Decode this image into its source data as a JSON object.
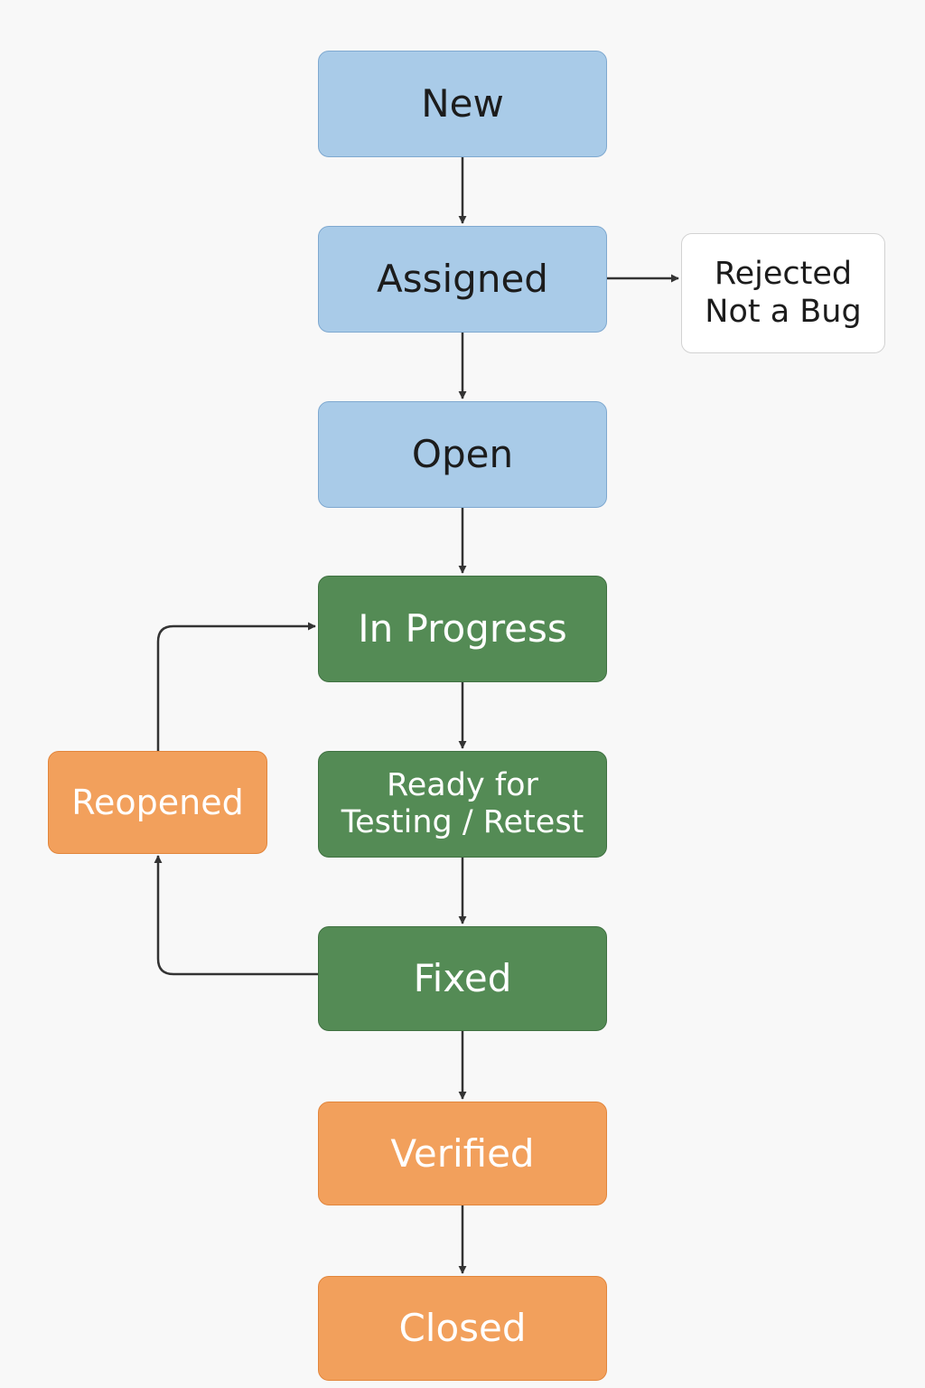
{
  "diagram": {
    "colors": {
      "initial": "#a9cbe8",
      "active": "#548b55",
      "final": "#f2a05c",
      "side": "#ffffff",
      "connector": "#333333"
    },
    "nodes": {
      "new": "New",
      "assigned": "Assigned",
      "rejected_line1": "Rejected",
      "rejected_line2": "Not a Bug",
      "open": "Open",
      "in_progress": "In Progress",
      "ready_line1": "Ready for",
      "ready_line2": "Testing / Retest",
      "reopened": "Reopened",
      "fixed": "Fixed",
      "verified": "Verified",
      "closed": "Closed"
    },
    "transitions": [
      [
        "new",
        "assigned"
      ],
      [
        "assigned",
        "rejected"
      ],
      [
        "assigned",
        "open"
      ],
      [
        "open",
        "in_progress"
      ],
      [
        "in_progress",
        "ready"
      ],
      [
        "ready",
        "fixed"
      ],
      [
        "fixed",
        "reopened"
      ],
      [
        "reopened",
        "in_progress"
      ],
      [
        "fixed",
        "verified"
      ],
      [
        "verified",
        "closed"
      ]
    ]
  }
}
